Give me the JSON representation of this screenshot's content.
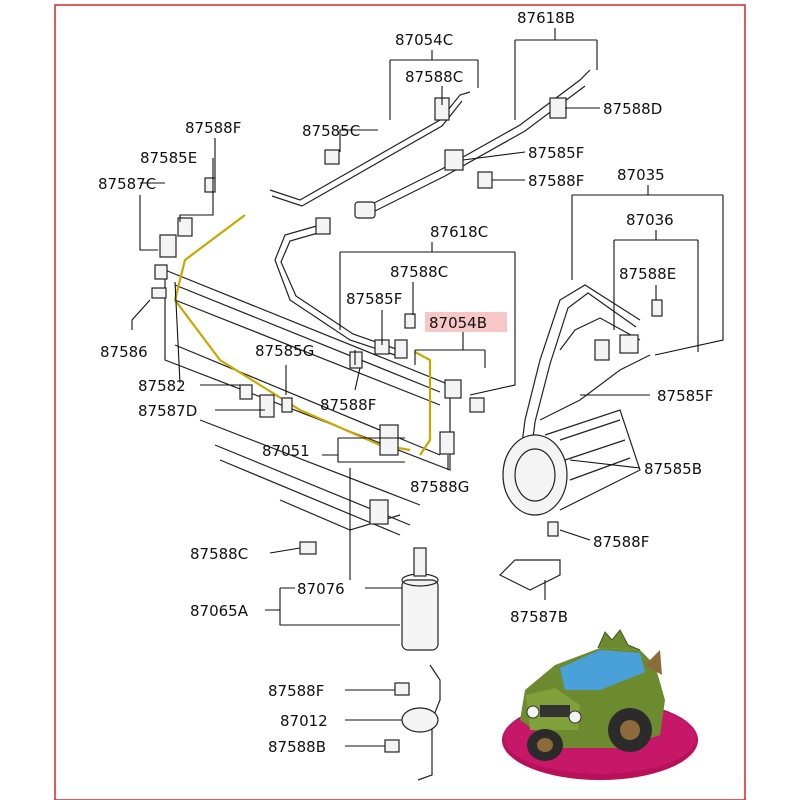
{
  "diagram": {
    "border_color": "#d22626",
    "highlight_color": "#f7c6c6",
    "highlight_part": "87054B",
    "labels": {
      "p87618B": "87618B",
      "p87054C": "87054C",
      "p87588C_top": "87588C",
      "p87588D": "87588D",
      "p87588F_topleft": "87588F",
      "p87585C": "87585C",
      "p87585E": "87585E",
      "p87587C": "87587C",
      "p87585F_top": "87585F",
      "p87588F_top": "87588F",
      "p87035": "87035",
      "p87036": "87036",
      "p87618C": "87618C",
      "p87588C_mid": "87588C",
      "p87588E": "87588E",
      "p87585F_mid": "87585F",
      "p87054B": "87054B",
      "p87586": "87586",
      "p87585G": "87585G",
      "p87582": "87582",
      "p87585F_right": "87585F",
      "p87587D": "87587D",
      "p87588F_mid": "87588F",
      "p87051": "87051",
      "p87585B": "87585B",
      "p87588G": "87588G",
      "p87588F_right": "87588F",
      "p87588C_low": "87588C",
      "p87076": "87076",
      "p87065A": "87065A",
      "p87587B": "87587B",
      "p87588F_low": "87588F",
      "p87012": "87012",
      "p87588B": "87588B"
    }
  }
}
